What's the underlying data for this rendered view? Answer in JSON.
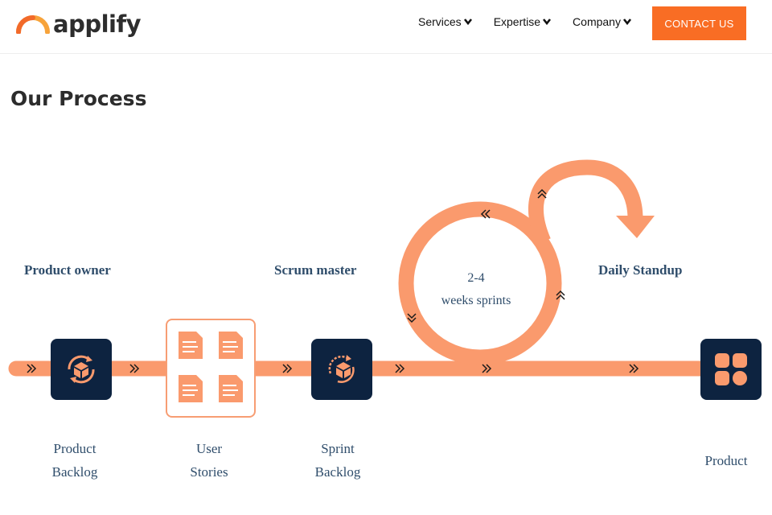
{
  "header": {
    "logo_text": "applify",
    "nav": [
      {
        "label": "Services"
      },
      {
        "label": "Expertise"
      },
      {
        "label": "Company"
      }
    ],
    "contact_label": "CONTACT US"
  },
  "page_title": "Our Process",
  "process": {
    "roles": {
      "product_owner": "Product owner",
      "scrum_master": "Scrum master",
      "daily_standup": "Daily Standup"
    },
    "loop": {
      "line1": "2-4",
      "line2": "weeks sprints"
    },
    "steps": {
      "product_backlog": {
        "line1": "Product",
        "line2": "Backlog"
      },
      "user_stories": {
        "line1": "User",
        "line2": "Stories"
      },
      "sprint_backlog": {
        "line1": "Sprint",
        "line2": "Backlog"
      },
      "product": {
        "line1": "Product"
      }
    }
  },
  "colors": {
    "accent": "#f96d24",
    "path": "#fa9a6d",
    "navy": "#0d2340",
    "text_blue": "#2f4d6b"
  }
}
